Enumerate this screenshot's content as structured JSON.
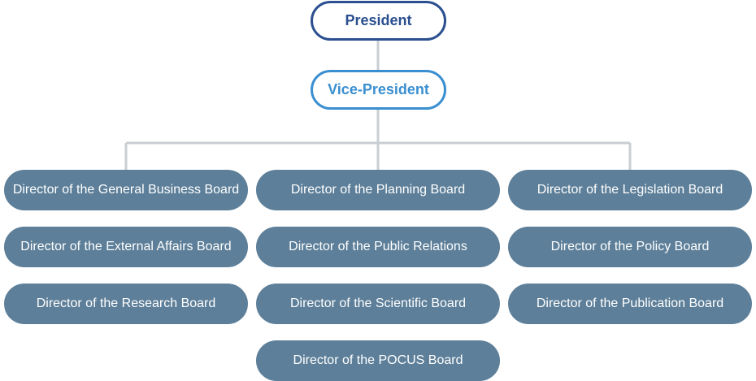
{
  "chart": {
    "president": "President",
    "vice_president": "Vice-President",
    "directors": {
      "general_business": "Director of the General Business Board",
      "external_affairs": "Director of the External Affairs Board",
      "research": "Director of the Research Board",
      "planning": "Director of the Planning Board",
      "public_relations": "Director of the Public Relations",
      "scientific": "Director of the Scientific Board",
      "pocus": "Director of the POCUS Board",
      "legislation": "Director of the Legislation Board",
      "policy": "Director of the Policy Board",
      "publication": "Director of the Publication Board"
    }
  },
  "colors": {
    "president_border": "#2b4f8f",
    "vice_president_border": "#3a8fd0",
    "director_fill": "#5d7f99",
    "connector": "#c9ced3"
  }
}
